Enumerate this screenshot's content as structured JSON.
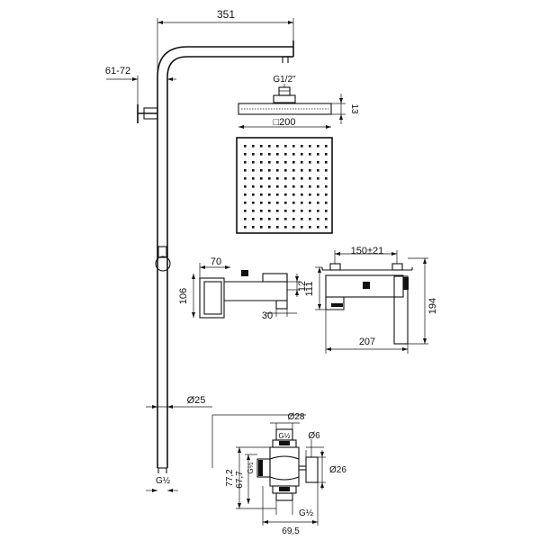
{
  "drawing": {
    "overall_width": "351",
    "wall_distance": "61-72",
    "inlet_thread": "G1/2\"",
    "head_thickness": "13",
    "head_size": "□200",
    "side_depth": "70",
    "side_height": "106",
    "side_offset_12": "12",
    "side_offset_30": "30",
    "centres": "150±21",
    "mixer_height": "111",
    "mixer_overall_height": "194",
    "mixer_width": "207",
    "pipe_diameter": "Ø25",
    "bottom_thread": "G½",
    "diverter_diameter": "Ø28",
    "diverter_thread_top": "G½",
    "diverter_thread_side": "G½",
    "diverter_thread_bottom": "G½",
    "small_diameter": "Ø6",
    "knob_diameter": "Ø26",
    "height_77": "77,2",
    "height_67": "67,7",
    "width_69": "69,5"
  }
}
